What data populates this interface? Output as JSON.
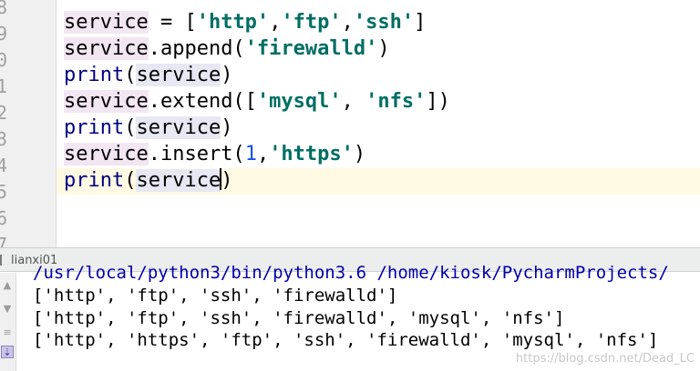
{
  "editor": {
    "line_numbers": [
      "8",
      "9",
      "0",
      "1",
      "2",
      "3",
      "4",
      "5",
      "6",
      "7"
    ],
    "lines": [
      [
        {
          "t": "service",
          "c": "var hl"
        },
        {
          "t": " = [",
          "c": "pn"
        },
        {
          "t": "'http'",
          "c": "str"
        },
        {
          "t": ",",
          "c": "pn"
        },
        {
          "t": "'ftp'",
          "c": "str"
        },
        {
          "t": ",",
          "c": "pn"
        },
        {
          "t": "'ssh'",
          "c": "str"
        },
        {
          "t": "]",
          "c": "pn"
        }
      ],
      [
        {
          "t": "service",
          "c": "var hl"
        },
        {
          "t": ".append(",
          "c": "pn"
        },
        {
          "t": "'firewalld'",
          "c": "str"
        },
        {
          "t": ")",
          "c": "pn"
        }
      ],
      [
        {
          "t": "print",
          "c": "kw"
        },
        {
          "t": "(",
          "c": "pn"
        },
        {
          "t": "service",
          "c": "var hl2"
        },
        {
          "t": ")",
          "c": "pn"
        }
      ],
      [
        {
          "t": "service",
          "c": "var hl"
        },
        {
          "t": ".extend([",
          "c": "pn"
        },
        {
          "t": "'mysql'",
          "c": "str"
        },
        {
          "t": ", ",
          "c": "pn"
        },
        {
          "t": "'nfs'",
          "c": "str"
        },
        {
          "t": "])",
          "c": "pn"
        }
      ],
      [
        {
          "t": "print",
          "c": "kw"
        },
        {
          "t": "(",
          "c": "pn"
        },
        {
          "t": "service",
          "c": "var hl2"
        },
        {
          "t": ")",
          "c": "pn"
        }
      ],
      [
        {
          "t": "service",
          "c": "var hl"
        },
        {
          "t": ".insert(",
          "c": "pn"
        },
        {
          "t": "1",
          "c": "num"
        },
        {
          "t": ",",
          "c": "pn"
        },
        {
          "t": "'https'",
          "c": "str"
        },
        {
          "t": ")",
          "c": "pn"
        }
      ],
      [
        {
          "t": "print",
          "c": "kw"
        },
        {
          "t": "(",
          "c": "pn"
        },
        {
          "t": "service",
          "c": "var hl2"
        },
        {
          "t": "|",
          "c": "caret"
        },
        {
          "t": ")",
          "c": "pn"
        }
      ]
    ]
  },
  "run_panel": {
    "tab_label": "lianxi01",
    "command": "/usr/local/python3/bin/python3.6 /home/kiosk/PycharmProjects/",
    "output": [
      "['http', 'ftp', 'ssh', 'firewalld']",
      "['http', 'ftp', 'ssh', 'firewalld', 'mysql', 'nfs']",
      "['http', 'https', 'ftp', 'ssh', 'firewalld', 'mysql', 'nfs']"
    ],
    "sidebar_icons": [
      "scroll-up-arrow",
      "scroll-down-arrow",
      "soft-wrap",
      "print-output"
    ]
  },
  "watermark": "https://blog.csdn.net/Dead_LC",
  "colors": {
    "string": "#006e64",
    "keyword": "#000080",
    "number": "#1750eb",
    "caret_line": "#fffae3",
    "gutter": "#f0f0f0",
    "command": "#0000aa"
  }
}
